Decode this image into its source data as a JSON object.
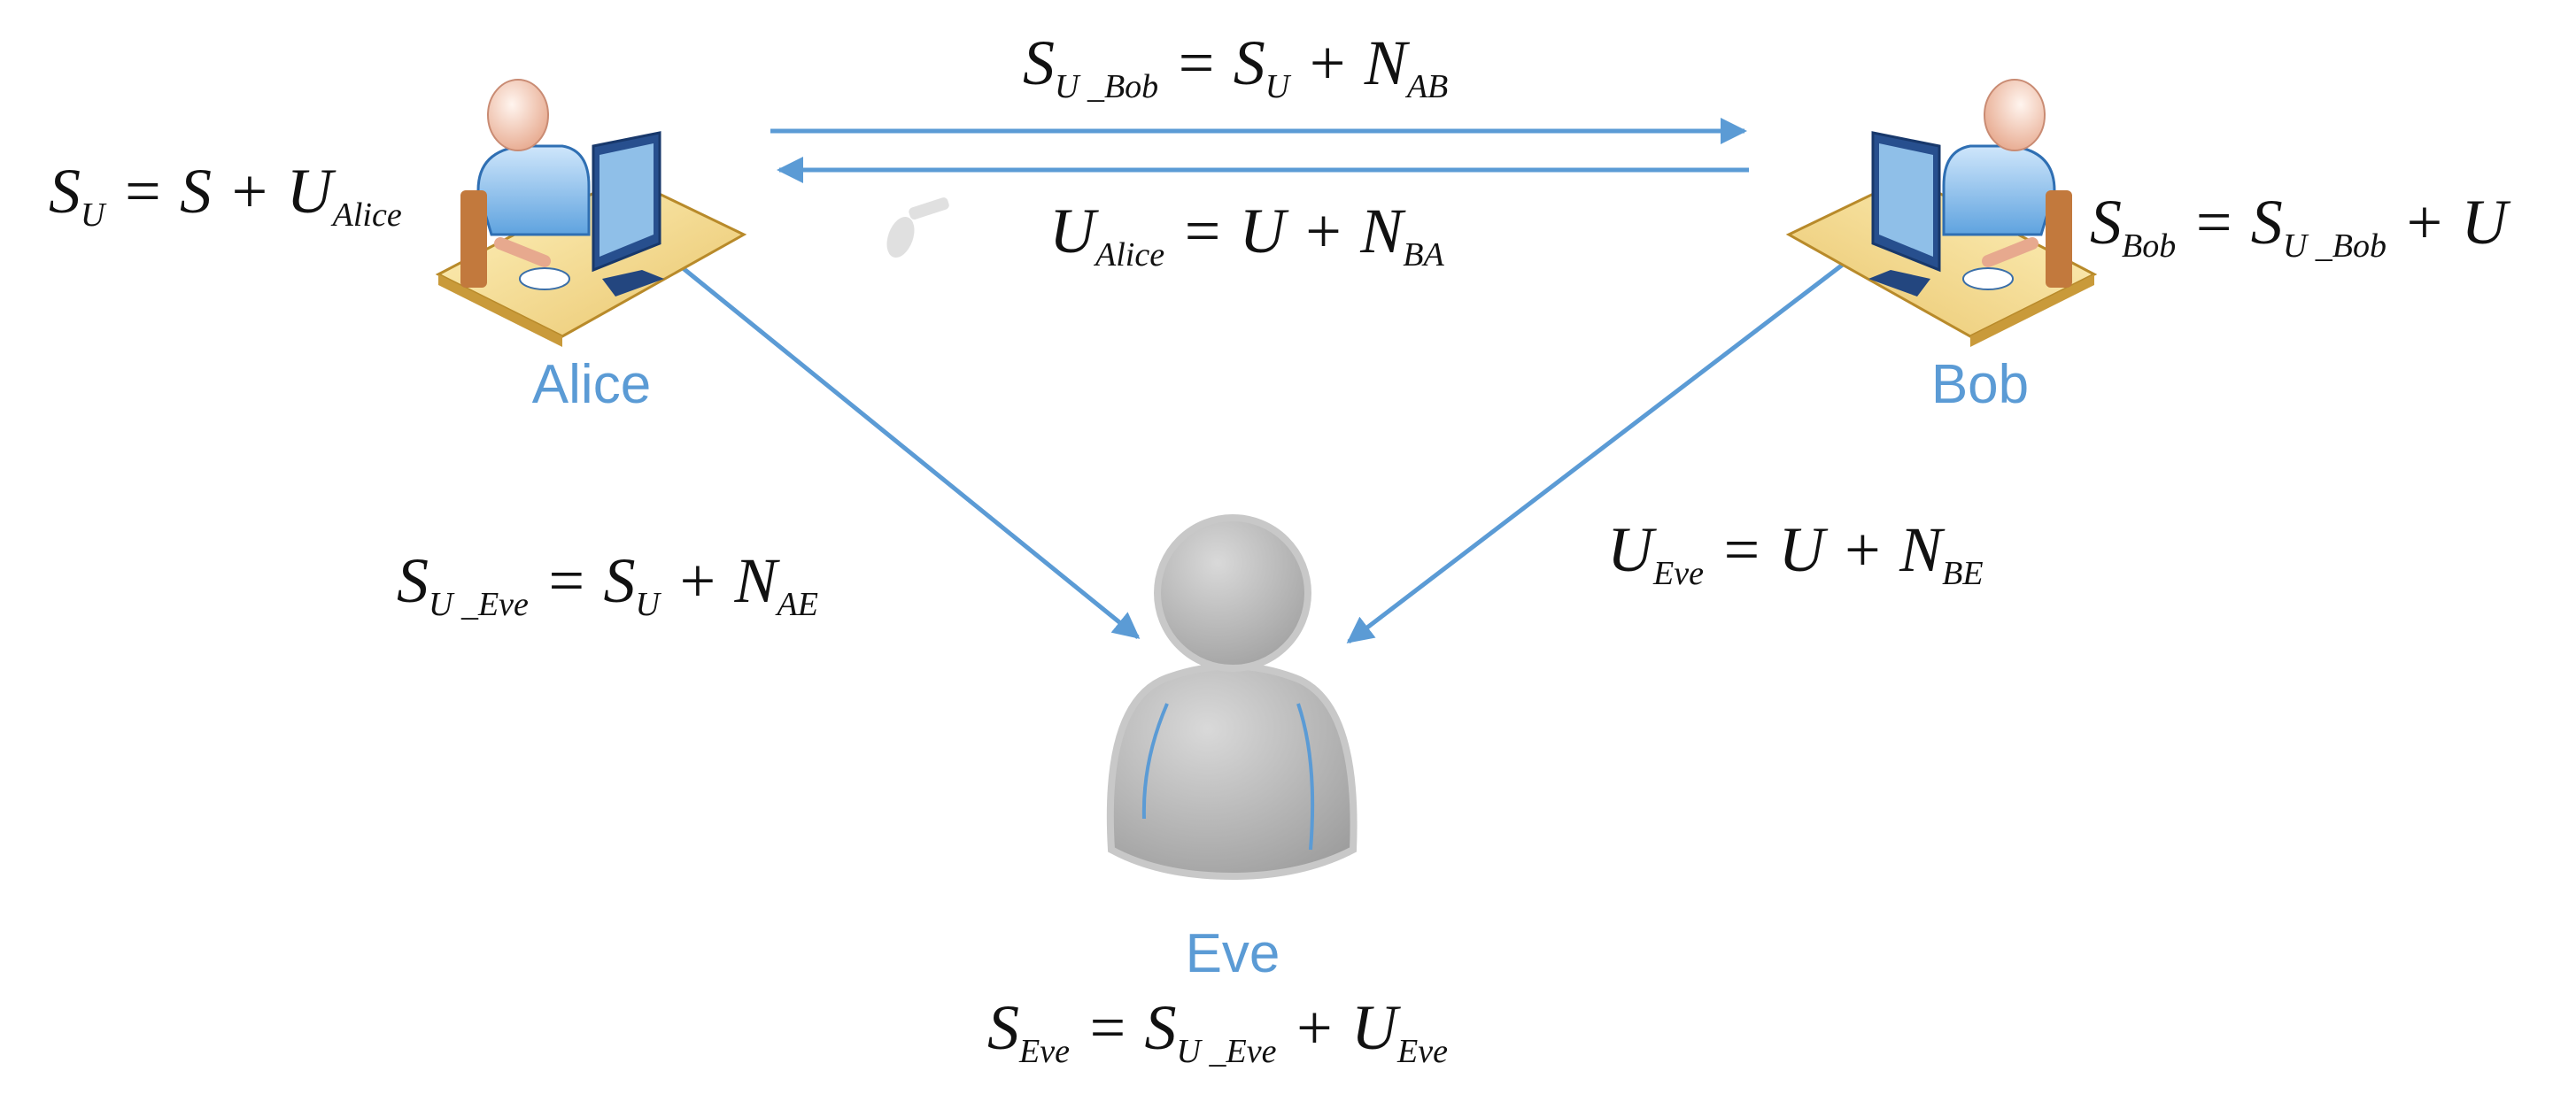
{
  "colors": {
    "arrow": "#5b9bd5",
    "label": "#5b9bd5",
    "eve": "#a6a6a6",
    "text": "#111111"
  },
  "nodes": {
    "alice": {
      "label": "Alice",
      "icon": "user-at-computer-icon"
    },
    "bob": {
      "label": "Bob",
      "icon": "user-at-computer-icon"
    },
    "eve": {
      "label": "Eve",
      "icon": "person-silhouette-icon"
    }
  },
  "equations": {
    "alice_su": {
      "a": "S",
      "a_sub": "U",
      "rhs1": " = S + U",
      "rhs1_sub": "Alice"
    },
    "ab_top": {
      "a": "S",
      "a_sub": "U _Bob",
      "rhs1": " = S",
      "rhs1_sub": "U",
      "rhs2": " + N",
      "rhs2_sub": "AB"
    },
    "ba_bottom": {
      "a": "U",
      "a_sub": "Alice",
      "rhs1": " = U + N",
      "rhs1_sub": "BA"
    },
    "bob_s": {
      "a": "S",
      "a_sub": "Bob",
      "rhs1": " = S",
      "rhs1_sub": "U _Bob",
      "rhs2": " + U"
    },
    "ae": {
      "a": "S",
      "a_sub": "U _Eve",
      "rhs1": " = S",
      "rhs1_sub": "U",
      "rhs2": " + N",
      "rhs2_sub": "AE"
    },
    "be": {
      "a": "U",
      "a_sub": "Eve",
      "rhs1": " = U + N",
      "rhs1_sub": "BE"
    },
    "eve_s": {
      "a": "S",
      "a_sub": "Eve",
      "rhs1": " = S",
      "rhs1_sub": "U _Eve",
      "rhs2": " + U",
      "rhs2_sub": "Eve"
    }
  },
  "decor": {
    "key_icon": "key-icon"
  }
}
